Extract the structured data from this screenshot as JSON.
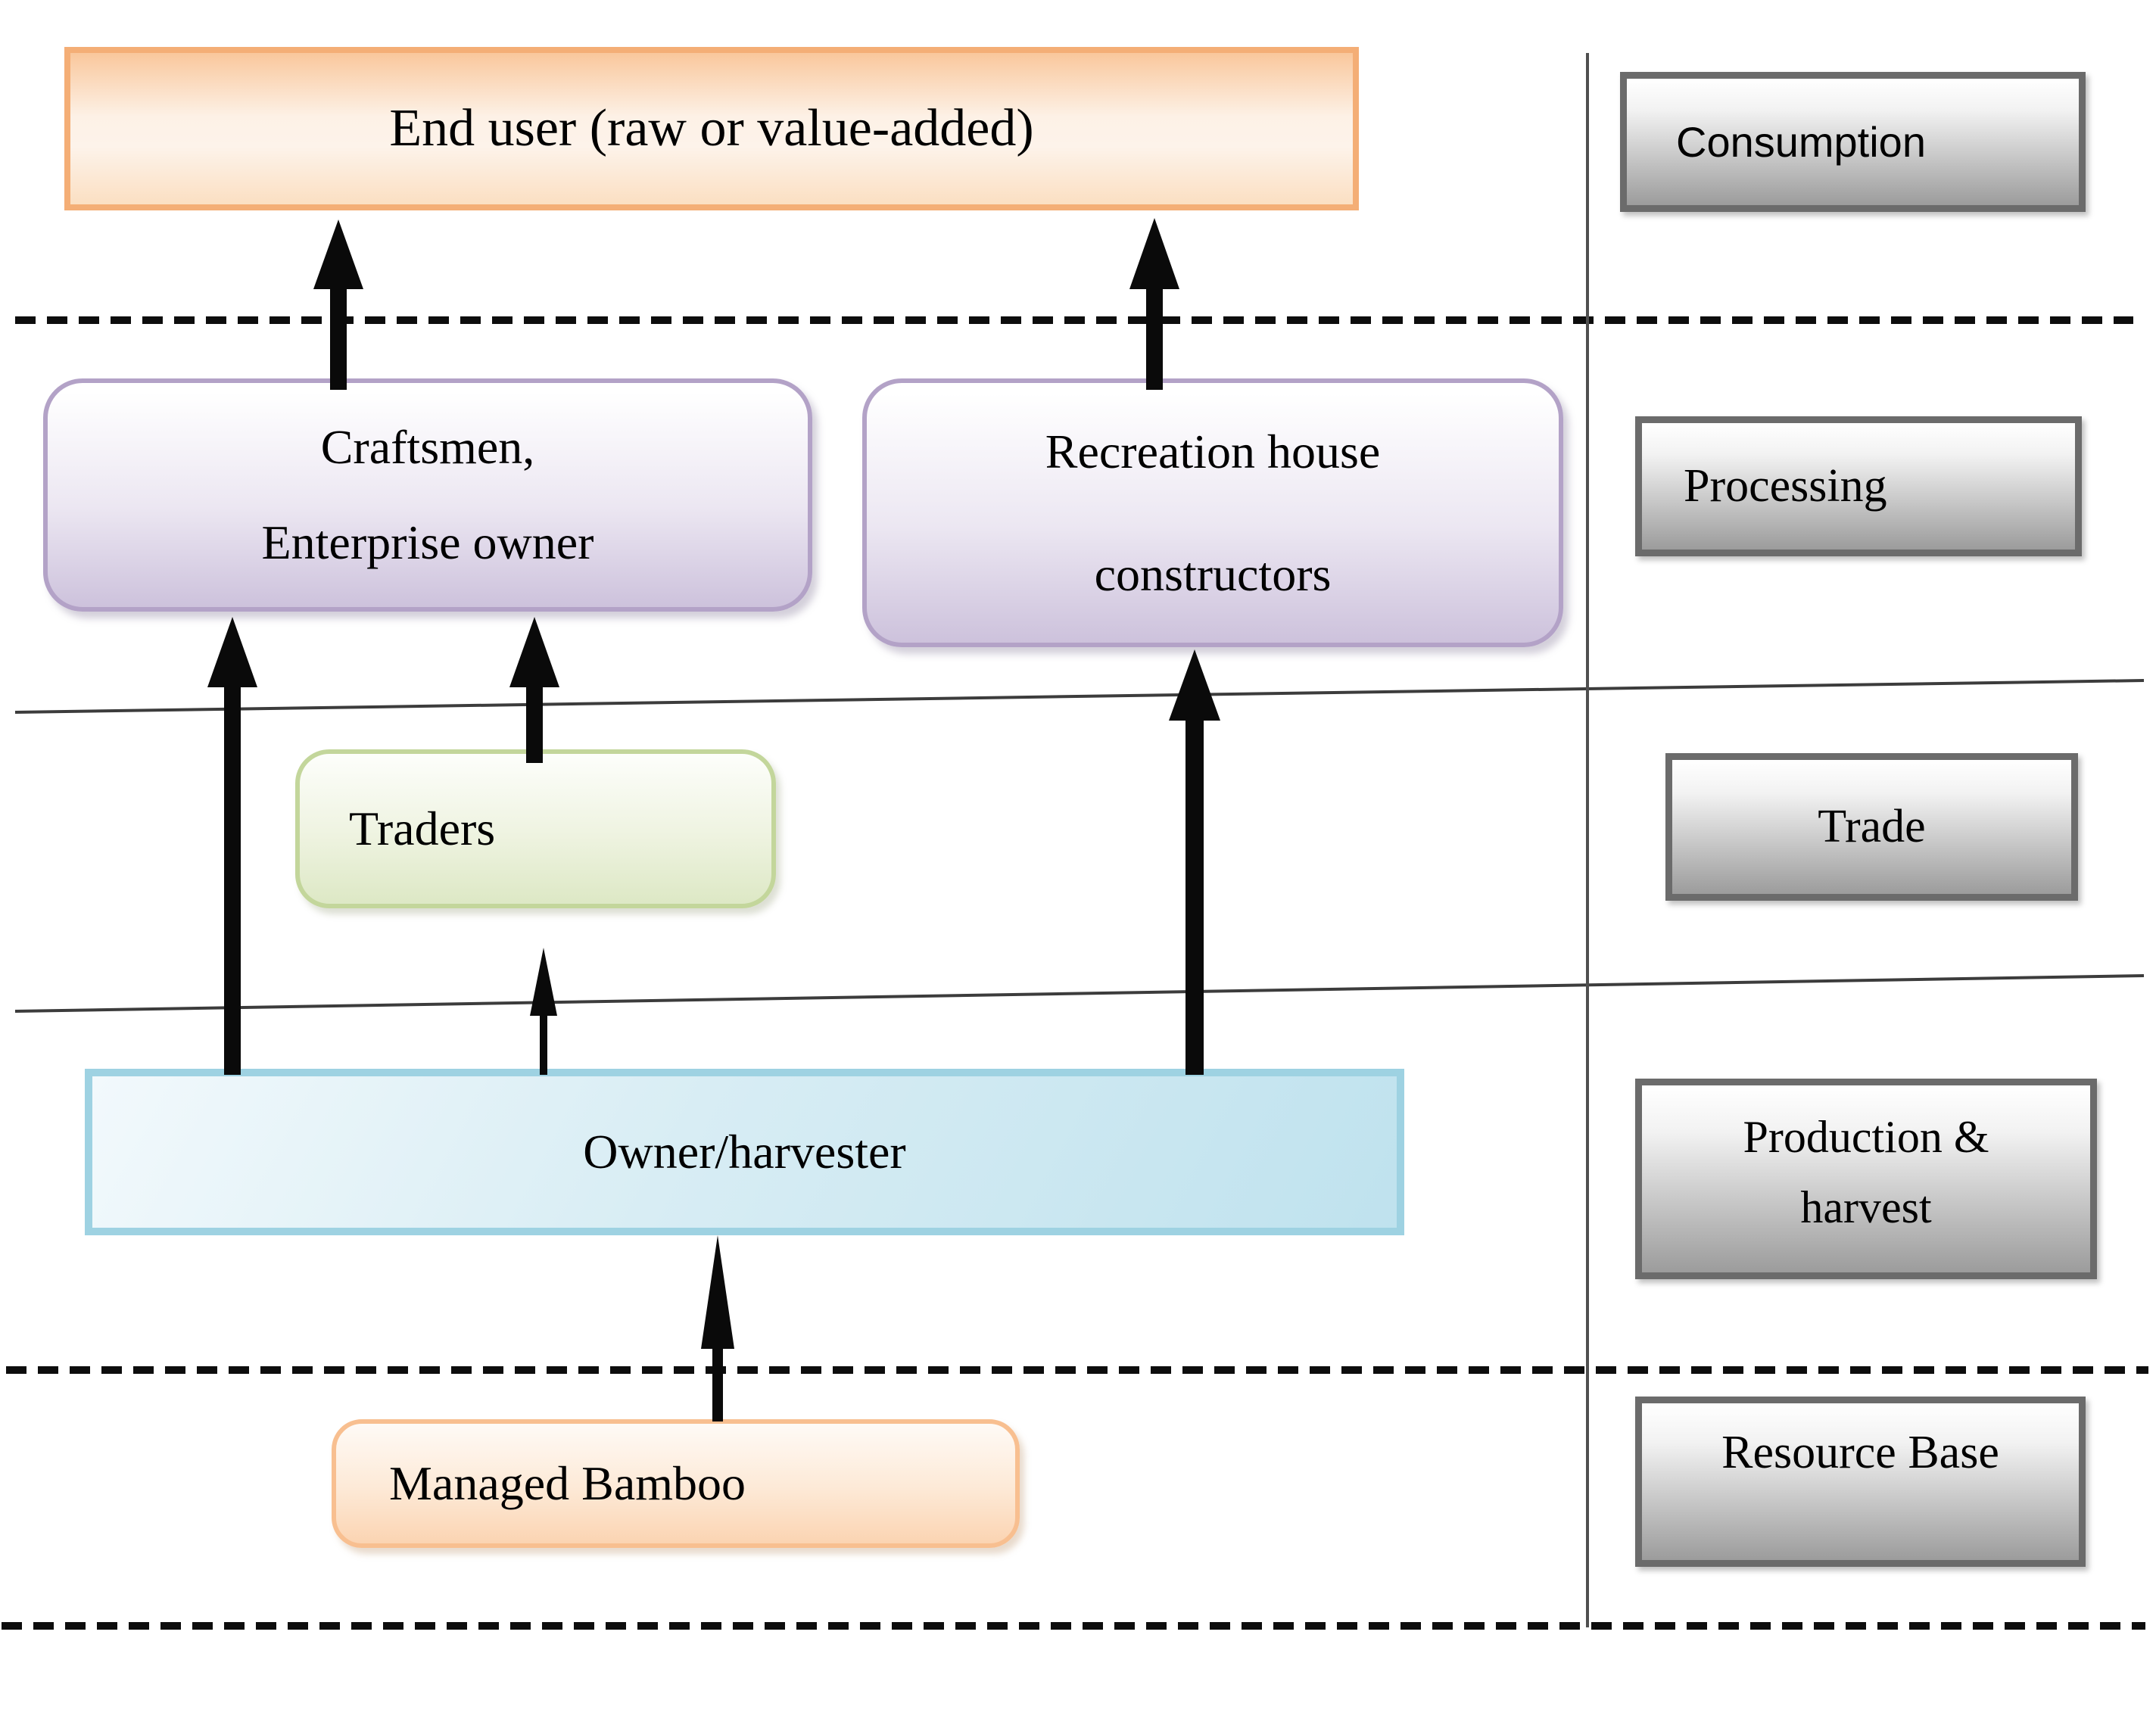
{
  "palette": {
    "orange_border": "#f4ae76",
    "orange_fill": "#fbdfc2",
    "purple_border": "#b3a2c7",
    "purple_fill": "#cdc2dc",
    "green_border": "#c3d69b",
    "green_fill": "#dde8c5",
    "blue_border": "#9ed2e2",
    "blue_fill": "#cde8f1",
    "stage_border": "#6b6b6b",
    "stage_fill": "#9c9c9c",
    "arrow_color": "#0a0a0a"
  },
  "nodes": {
    "end_user": {
      "label": "End user (raw or value-added)"
    },
    "craftsmen": {
      "line1": "Craftsmen,",
      "line2": "Enterprise owner"
    },
    "recreation": {
      "line1": "Recreation house",
      "line2": "constructors"
    },
    "traders": {
      "label": "Traders"
    },
    "owner_harvester": {
      "label": "Owner/harvester"
    },
    "managed_bamboo": {
      "label": "Managed Bamboo"
    }
  },
  "stages": {
    "consumption": {
      "label": "Consumption"
    },
    "processing": {
      "label": "Processing"
    },
    "trade": {
      "label": "Trade"
    },
    "production_harvest": {
      "line1": "Production &",
      "line2": "harvest"
    },
    "resource_base": {
      "label": "Resource Base"
    }
  }
}
